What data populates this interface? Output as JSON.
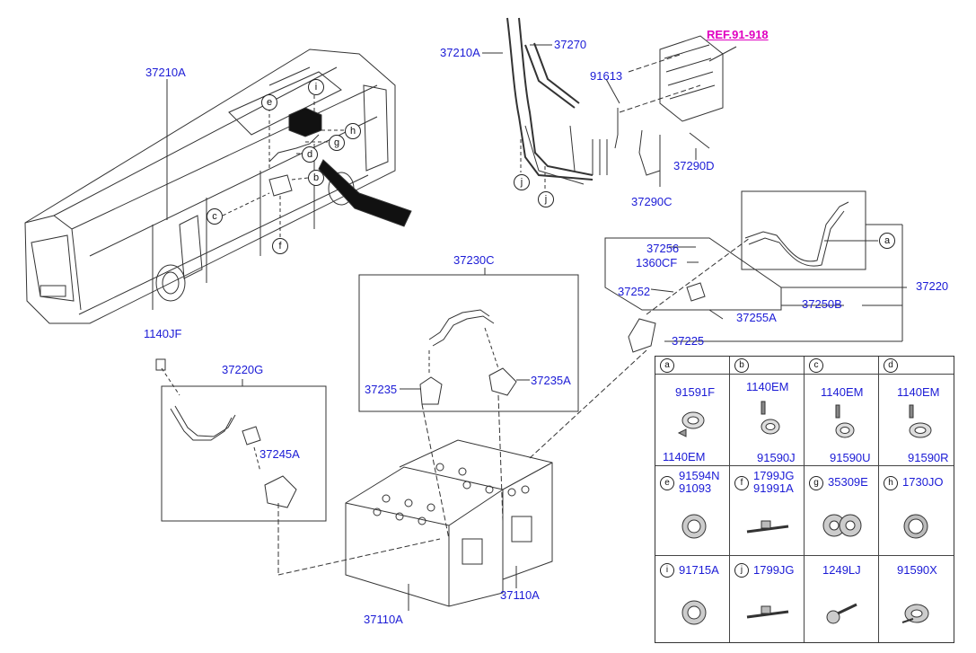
{
  "ref_label": "REF.91-918",
  "callouts": {
    "l37210A_left": "37210A",
    "l37210A_top": "37210A",
    "l37270": "37270",
    "l91613": "91613",
    "l37290C": "37290C",
    "l37290D": "37290D",
    "l37230C": "37230C",
    "l37235": "37235",
    "l37235A": "37235A",
    "l1140JF": "1140JF",
    "l37220G": "37220G",
    "l37245A": "37245A",
    "l37256": "37256",
    "l1360CF": "1360CF",
    "l37252": "37252",
    "l37255A": "37255A",
    "l37250B": "37250B",
    "l37220": "37220",
    "l37225": "37225",
    "l37110A_a": "37110A",
    "l37110A_b": "37110A"
  },
  "letters": {
    "i": "i",
    "e": "e",
    "h": "h",
    "g": "g",
    "d": "d",
    "b": "b",
    "c": "c",
    "f": "f",
    "j1": "j",
    "j2": "j",
    "a": "a"
  },
  "parts_table": {
    "row1": [
      {
        "tag": "a",
        "parts": [
          "91591F",
          "1140EM"
        ]
      },
      {
        "tag": "b",
        "parts": [
          "1140EM",
          "91590J"
        ]
      },
      {
        "tag": "c",
        "parts": [
          "1140EM",
          "91590U"
        ]
      },
      {
        "tag": "d",
        "parts": [
          "1140EM",
          "91590R"
        ]
      }
    ],
    "row2": [
      {
        "tag": "e",
        "parts": [
          "91594N",
          "91093"
        ]
      },
      {
        "tag": "f",
        "parts": [
          "1799JG",
          "91991A"
        ]
      },
      {
        "tag": "g",
        "parts": [
          "35309E"
        ]
      },
      {
        "tag": "h",
        "parts": [
          "1730JO"
        ]
      }
    ],
    "row3": [
      {
        "tag": "i",
        "parts": [
          "91715A"
        ]
      },
      {
        "tag": "j",
        "parts": [
          "1799JG"
        ]
      },
      {
        "tag": "",
        "parts": [
          "1249LJ"
        ]
      },
      {
        "tag": "",
        "parts": [
          "91590X"
        ]
      }
    ]
  }
}
